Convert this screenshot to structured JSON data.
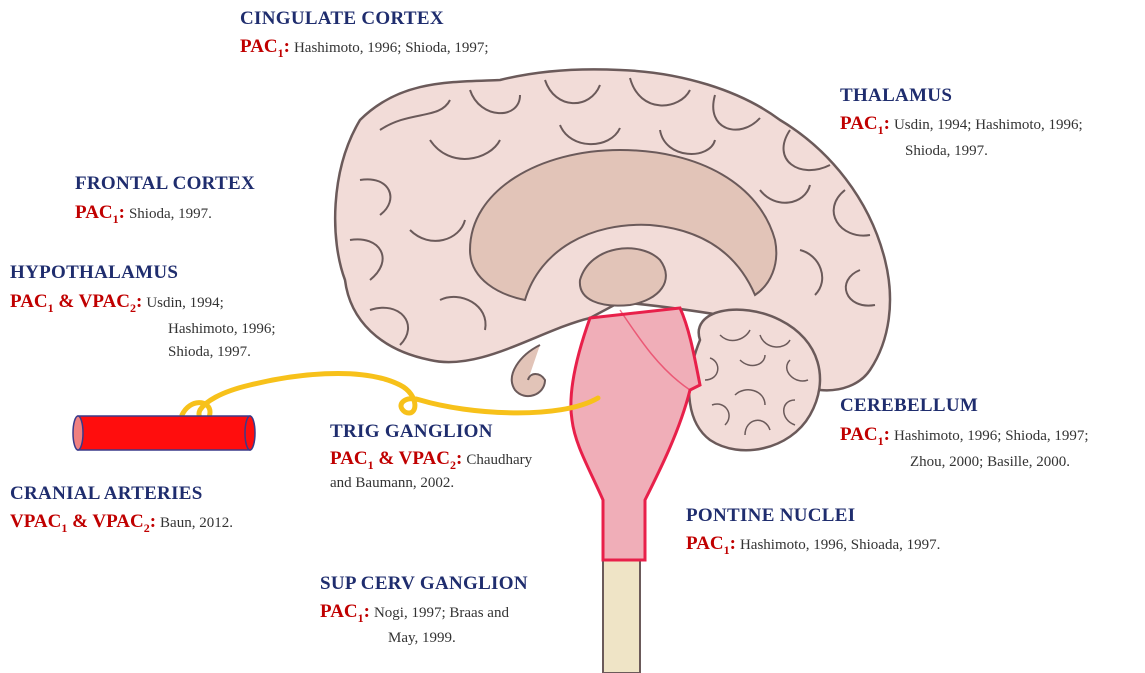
{
  "regions": {
    "cingulate": {
      "title": "CINGULATE CORTEX",
      "receptor_base": "PAC",
      "receptor_sub": "1",
      "refs": [
        "Hashimoto, 1996; Shioda, 1997;"
      ]
    },
    "thalamus": {
      "title": "THALAMUS",
      "receptor_base": "PAC",
      "receptor_sub": "1",
      "refs": [
        "Usdin, 1994; Hashimoto, 1996;",
        "Shioda, 1997."
      ]
    },
    "frontal": {
      "title": "FRONTAL CORTEX",
      "receptor_base": "PAC",
      "receptor_sub": "1",
      "refs": [
        "Shioda, 1997."
      ]
    },
    "hypothalamus": {
      "title": "HYPOTHALAMUS",
      "receptor_a_base": "PAC",
      "receptor_a_sub": "1",
      "amp": "&",
      "receptor_b_base": "VPAC",
      "receptor_b_sub": "2",
      "refs": [
        "Usdin, 1994;",
        "Hashimoto, 1996;",
        "Shioda, 1997."
      ]
    },
    "cerebellum": {
      "title": "CEREBELLUM",
      "receptor_base": "PAC",
      "receptor_sub": "1",
      "refs": [
        "Hashimoto, 1996; Shioda, 1997;",
        "Zhou, 2000; Basille, 2000."
      ]
    },
    "trig": {
      "title": "TRIG GANGLION",
      "receptor_a_base": "PAC",
      "receptor_a_sub": "1",
      "amp": "&",
      "receptor_b_base": "VPAC",
      "receptor_b_sub": "2",
      "refs": [
        "Chaudhary",
        "and Baumann, 2002."
      ]
    },
    "cranial": {
      "title": "CRANIAL ARTERIES",
      "receptor_a_base": "VPAC",
      "receptor_a_sub": "1",
      "amp": "&",
      "receptor_b_base": "VPAC",
      "receptor_b_sub": "2",
      "refs": [
        "Baun, 2012."
      ]
    },
    "pontine": {
      "title": "PONTINE NUCLEI",
      "receptor_base": "PAC",
      "receptor_sub": "1",
      "refs": [
        "Hashimoto, 1996, Shioada, 1997."
      ]
    },
    "supcerv": {
      "title": "SUP CERV GANGLION",
      "receptor_base": "PAC",
      "receptor_sub": "1",
      "refs": [
        "Nogi, 1997; Braas and",
        "May, 1999."
      ]
    }
  },
  "colors": {
    "title": "#1f2d6e",
    "receptor": "#c00000",
    "brain_fill": "#f2dcd8",
    "brain_outline": "#6b5a5a",
    "inner_fill": "#e2c4b8",
    "brainstem_fill": "#f0aeb8",
    "brainstem_outline": "#e8204a",
    "spinal_cord": "#efe4c6",
    "nerve": "#f7c11a",
    "artery": "#ff0d0d"
  }
}
